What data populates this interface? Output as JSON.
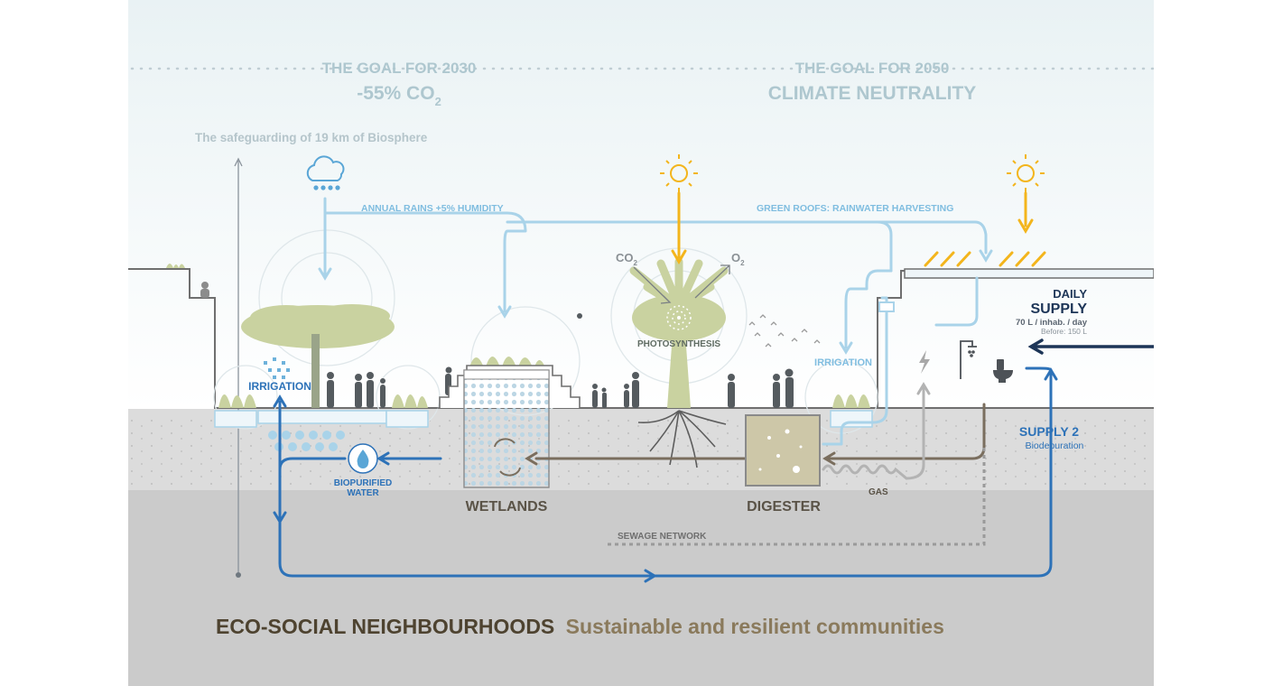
{
  "goals": {
    "goal_2030": {
      "heading": "THE GOAL FOR 2030",
      "value_main": "-55% CO",
      "value_sub": "2"
    },
    "goal_2050": {
      "heading": "THE GOAL FOR 2050",
      "value": "CLIMATE NEUTRALITY"
    }
  },
  "biosphere_note": "The safeguarding of 19 km of Biosphere",
  "flows": {
    "annual_rains": "ANNUAL RAINS +5% HUMIDITY",
    "green_roofs": "GREEN ROOFS: RAINWATER HARVESTING",
    "photosynthesis": "PHOTOSYNTHESIS",
    "co2_main": "CO",
    "co2_sub": "2",
    "o2_main": "O",
    "o2_sub": "2",
    "irrigation_left": "IRRIGATION",
    "irrigation_right": "IRRIGATION",
    "biopurified_line1": "BIOPURIFIED",
    "biopurified_line2": "WATER",
    "wetlands": "WETLANDS",
    "digester": "DIGESTER",
    "gas": "GAS",
    "sewage_network": "SEWAGE NETWORK"
  },
  "daily_supply": {
    "line1": "DAILY",
    "line2": "SUPPLY",
    "rate": "70 L / inhab. / day",
    "before": "Before: 150 L"
  },
  "supply2": {
    "title": "SUPPLY 2",
    "subtitle": "Biodepuration"
  },
  "footer": {
    "title_bold": "ECO-SOCIAL NEIGHBOURHOODS",
    "title_light": "Sustainable and resilient communities"
  },
  "colors": {
    "light_blue": "#a9d3e9",
    "dark_blue": "#2d72b8",
    "navy": "#1d3557",
    "sun_yellow": "#f3b51c",
    "earth_brown": "#7a6e5e",
    "vegetation": "#c9d2a0",
    "ground_light": "#dcdcdc",
    "ground_dark": "#cbcbcb"
  }
}
